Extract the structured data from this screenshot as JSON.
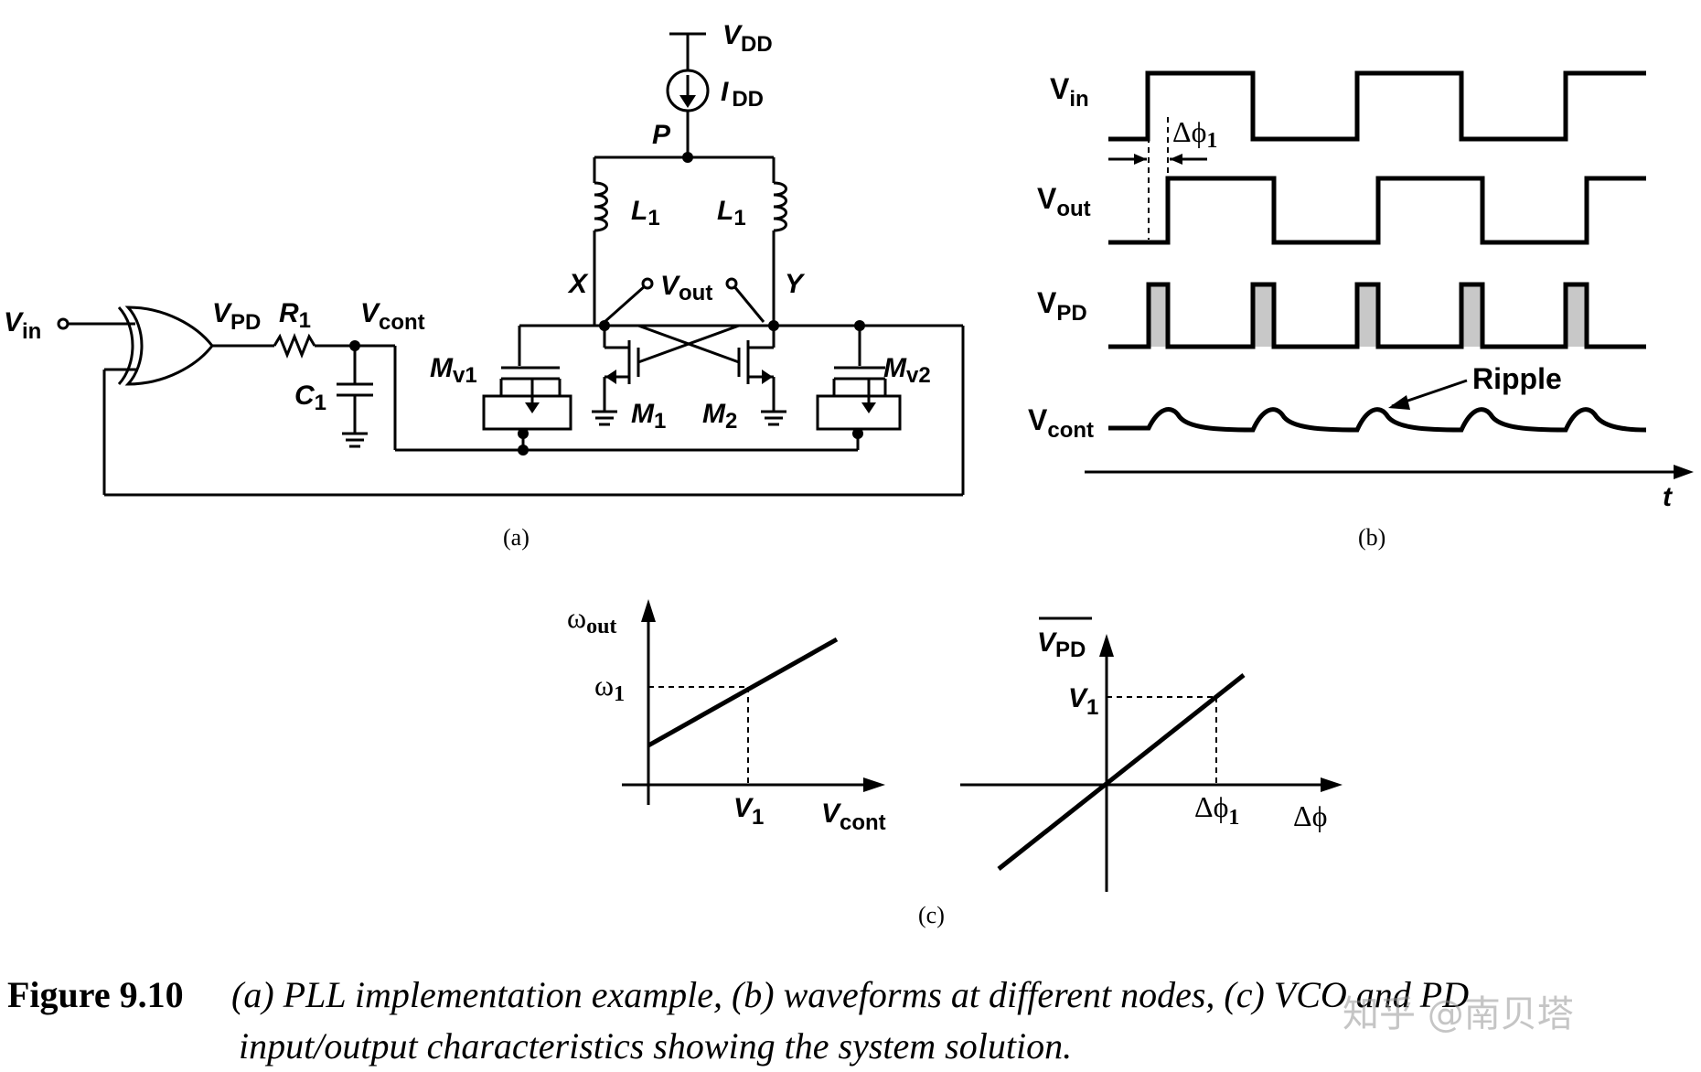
{
  "panel_a": {
    "label": "(a)",
    "vdd": "V",
    "vdd_sub": "DD",
    "idd": "I",
    "idd_sub": "DD",
    "node_p": "P",
    "l1_left": "L",
    "l1_left_sub": "1",
    "l1_right": "L",
    "l1_right_sub": "1",
    "node_x": "X",
    "node_y": "Y",
    "vout": "V",
    "vout_sub": "out",
    "vin": "V",
    "vin_sub": "in",
    "vpd": "V",
    "vpd_sub": "PD",
    "r1": "R",
    "r1_sub": "1",
    "vcont": "V",
    "vcont_sub": "cont",
    "c1": "C",
    "c1_sub": "1",
    "mv1": "M",
    "mv1_sub": "v1",
    "mv2": "M",
    "mv2_sub": "v2",
    "m1": "M",
    "m1_sub": "1",
    "m2": "M",
    "m2_sub": "2"
  },
  "panel_b": {
    "label": "(b)",
    "vin": "V",
    "vin_sub": "in",
    "vout": "V",
    "vout_sub": "out",
    "vpd": "V",
    "vpd_sub": "PD",
    "vcont": "V",
    "vcont_sub": "cont",
    "dphi": "Δϕ",
    "dphi_sub": "1",
    "ripple": "Ripple",
    "t_axis": "t"
  },
  "panel_c": {
    "label": "(c)",
    "left": {
      "y_axis": "ω",
      "y_axis_sub": "out",
      "y_tick": "ω",
      "y_tick_sub": "1",
      "x_tick": "V",
      "x_tick_sub": "1",
      "x_axis": "V",
      "x_axis_sub": "cont"
    },
    "right": {
      "y_axis": "V",
      "y_axis_sub": "PD",
      "y_tick": "V",
      "y_tick_sub": "1",
      "x_tick": "Δϕ",
      "x_tick_sub": "1",
      "x_axis": "Δϕ"
    }
  },
  "caption": {
    "number": "Figure 9.10",
    "line1": "(a) PLL implementation example, (b) waveforms at different nodes, (c) VCO and PD",
    "line2": "input/output characteristics showing the system solution."
  },
  "watermark": "知乎 @南贝塔",
  "colors": {
    "ink": "#000000",
    "pulse_fill": "#c8c8c8"
  }
}
